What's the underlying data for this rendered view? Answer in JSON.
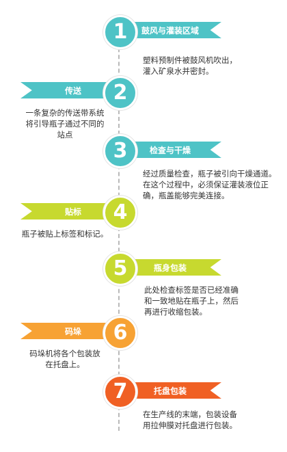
{
  "steps": [
    {
      "number": "1",
      "title": "鼓风与灌装区域",
      "desc": "塑料预制件被鼓风机吹出，\n灌入矿泉水并密封。",
      "color": "#4ec3c6"
    },
    {
      "number": "2",
      "title": "传送",
      "desc": "一条复杂的传送带系统\n将引导瓶子通过不同的\n站点",
      "color": "#4ec3c6"
    },
    {
      "number": "3",
      "title": "检查与干燥",
      "desc": "经过质量检查，瓶子被引向干燥通道。\n在这个过程中，必须保证灌装液位正\n确，瓶盖能够完美连接。",
      "color": "#4ec3c6"
    },
    {
      "number": "4",
      "title": "贴标",
      "desc": "瓶子被贴上标签和标记。",
      "color": "#c7d92f"
    },
    {
      "number": "5",
      "title": "瓶身包装",
      "desc": "此处检查标签是否已经准确\n和一致地贴在瓶子上，然后\n再进行收缩包装。",
      "color": "#c7d92f"
    },
    {
      "number": "6",
      "title": "码垛",
      "desc": "码垛机将各个包装放\n在托盘上。",
      "color": "#f7a234"
    },
    {
      "number": "7",
      "title": "托盘包装",
      "desc": "在生产线的末端，包装设备\n用拉伸膜对托盘进行包装。",
      "color": "#f06024"
    }
  ]
}
